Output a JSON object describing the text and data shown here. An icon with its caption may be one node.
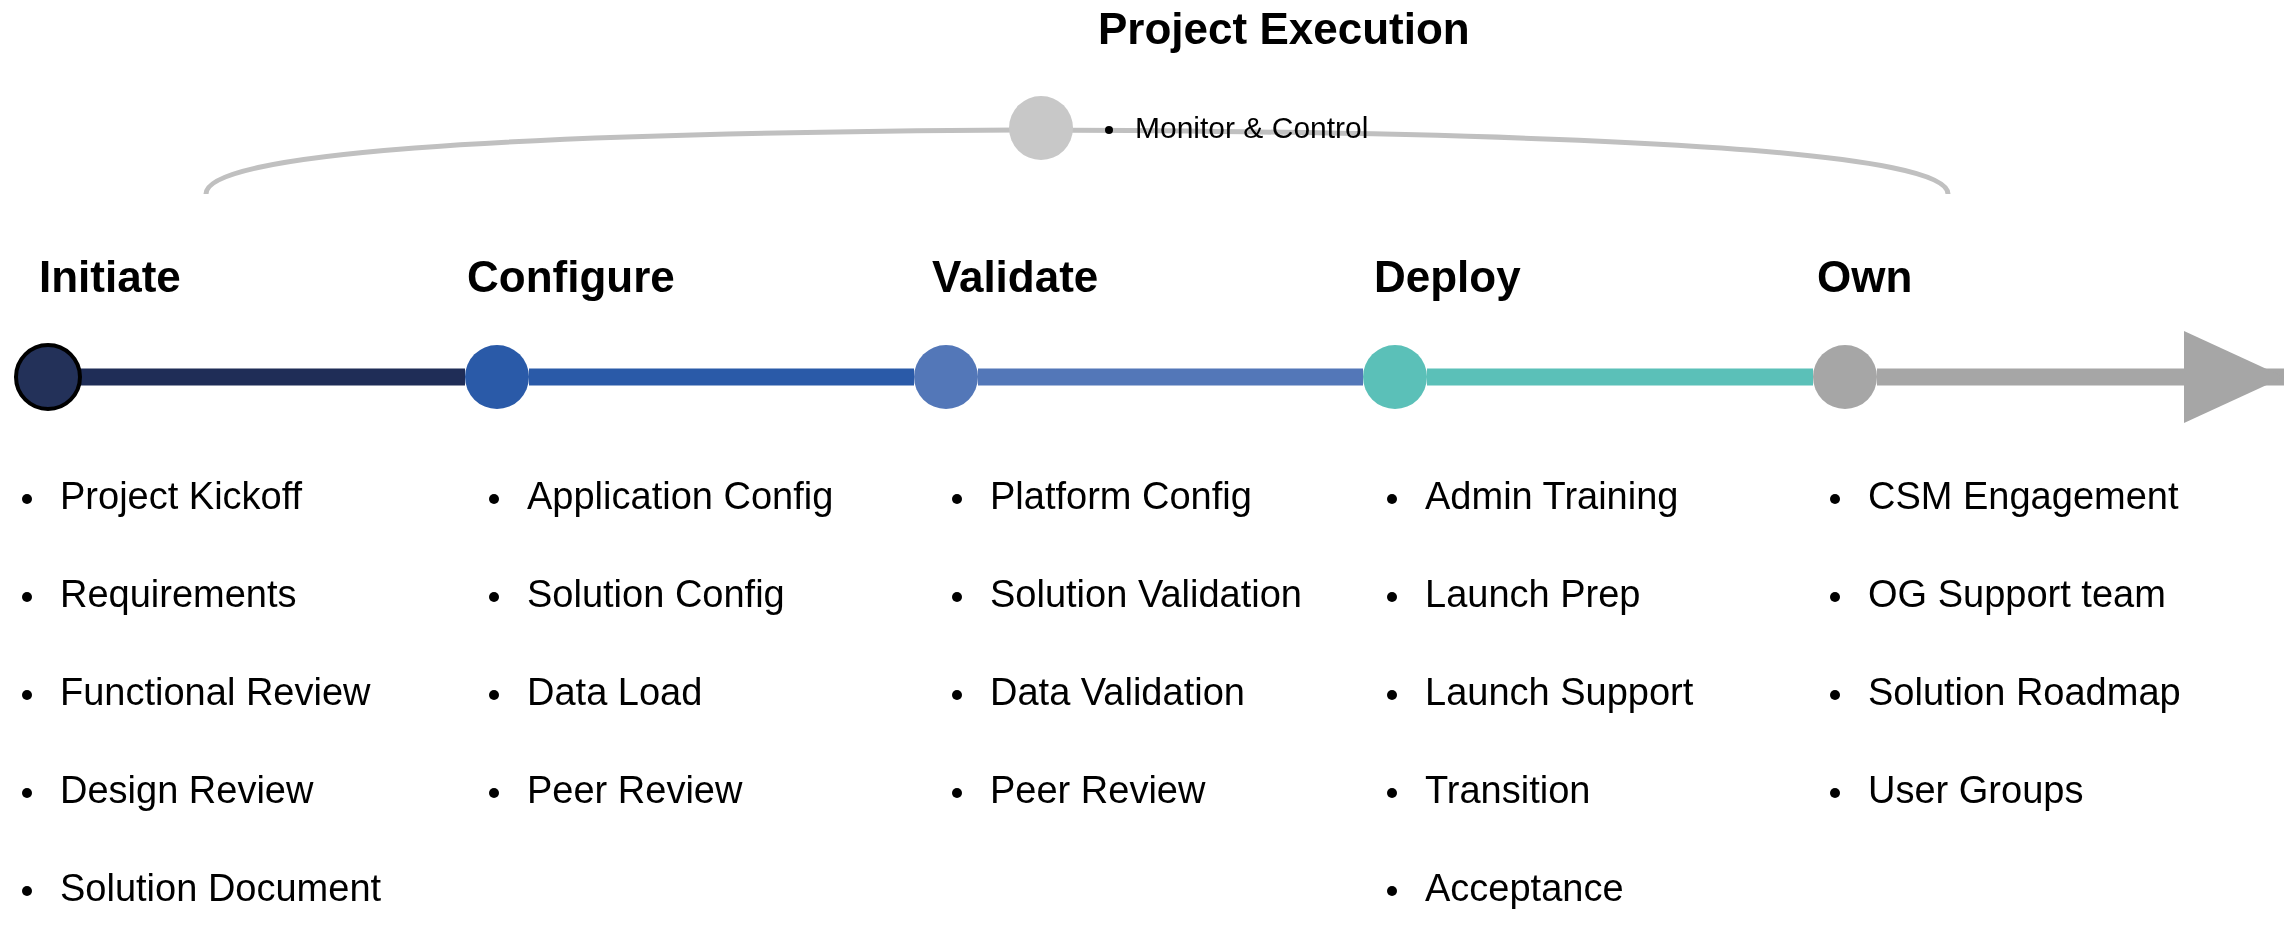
{
  "diagram": {
    "nodes": [
      {
        "text": [
          "Initiate"
        ],
        "beside": [
          "Project Kickoff",
          "Requirements",
          "Functional Review",
          "Design Review",
          "Solution Document"
        ]
      },
      {
        "text": [
          "Configure"
        ],
        "beside": [
          "Application Config",
          "Solution Config",
          "Data Load",
          "Peer Review"
        ]
      },
      {
        "text": [
          "Validate"
        ],
        "beside": [
          "Platform Config",
          "Solution Validation",
          "Data Validation",
          "Peer Review"
        ]
      },
      {
        "text": [
          "Deploy"
        ],
        "beside": [
          "Admin Training",
          "Launch Prep",
          "Launch Support",
          "Transition",
          "Acceptance"
        ]
      },
      {
        "text": [
          "Own"
        ],
        "beside": [
          "CSM Engagement",
          "OG Support team",
          "Solution Roadmap",
          "User Groups"
        ]
      },
      {
        "text": [
          "Project Execution"
        ],
        "beside": [
          "Monitor & Control"
        ]
      }
    ],
    "edges": [
      {
        "from": 0,
        "to": 1,
        "arrow": "none",
        "color": "#1f2d57"
      },
      {
        "from": 1,
        "to": 2,
        "arrow": "none",
        "color": "#2a5aa8"
      },
      {
        "from": 2,
        "to": 3,
        "arrow": "none",
        "color": "#5377b8"
      },
      {
        "from": 3,
        "to": 4,
        "arrow": "none",
        "color": "#5bc0b8"
      },
      {
        "from": 4,
        "to": null,
        "arrow": "to",
        "color": "#a6a6a6"
      }
    ]
  }
}
